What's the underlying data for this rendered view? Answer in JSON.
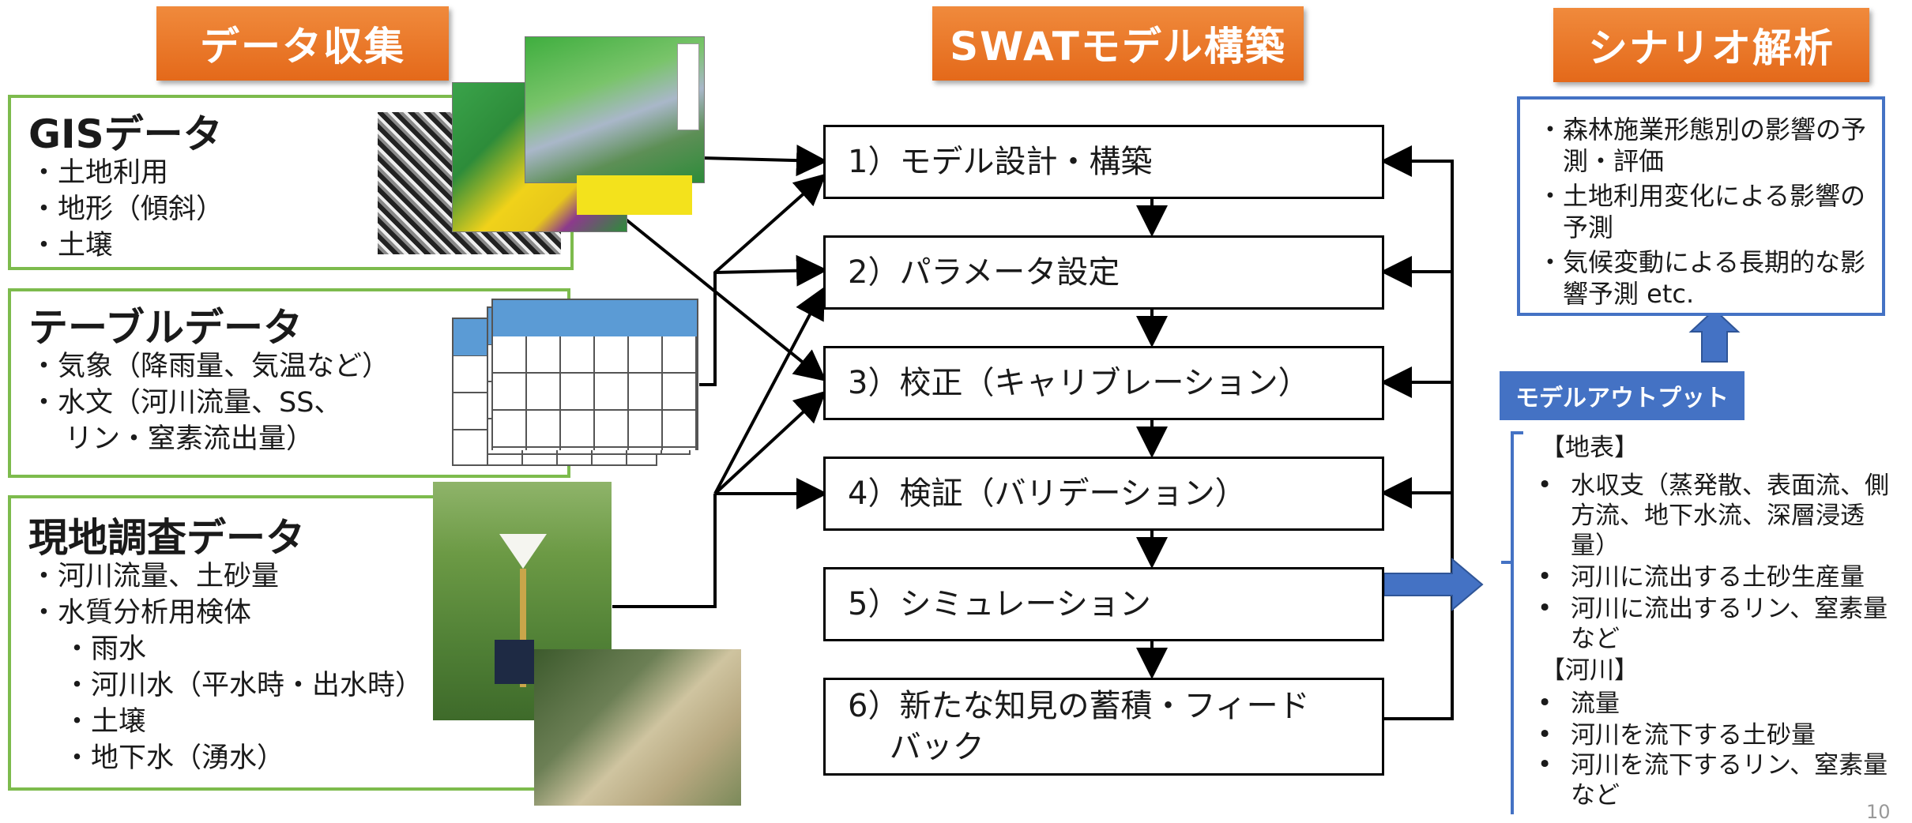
{
  "headers": {
    "data_collection": "データ収集",
    "swat": "SWATモデル構築",
    "scenario": "シナリオ解析"
  },
  "gis": {
    "title": "GISデータ",
    "items": [
      "・土地利用",
      "・地形（傾斜）",
      "・土壌"
    ]
  },
  "table": {
    "title": "テーブルデータ",
    "items": [
      "・気象（降雨量、気温など）",
      "・水文（河川流量、SS、",
      "リン・窒素流出量）"
    ]
  },
  "field": {
    "title": "現地調査データ",
    "items": [
      "・河川流量、土砂量",
      "・水質分析用検体",
      "・雨水",
      "・河川水（平水時・出水時）",
      "・土壌",
      "・地下水（湧水）"
    ]
  },
  "steps": [
    "1）モデル設計・構築",
    "2）パラメータ設定",
    "3）校正（キャリブレーション）",
    "4）検証（バリデーション）",
    "5）シミュレーション",
    "6）新たな知見の蓄積・フィード\n　 バック"
  ],
  "scenario_items": [
    "・森林施業形態別の影響の予\n　測・評価",
    "・土地利用変化による影響の\n　予測",
    "・気候変動による長期的な影\n　響予測  etc."
  ],
  "output_badge": "モデルアウトプット",
  "output": {
    "surface_heading": "【地表】",
    "surface_items": [
      "水収支（蒸発散、表面流、側\n方流、地下水流、深層浸透\n量）",
      "河川に流出する土砂生産量",
      "河川に流出するリン、窒素量\nなど"
    ],
    "river_heading": "【河川】",
    "river_items": [
      "流量",
      "河川を流下する土砂量",
      "河川を流下するリン、窒素量\nなど"
    ]
  },
  "page_number": "10",
  "colors": {
    "orange": "#e8731f",
    "green_border": "#7dbb4d",
    "blue": "#4472c4",
    "table_header": "#5b9bd5"
  }
}
